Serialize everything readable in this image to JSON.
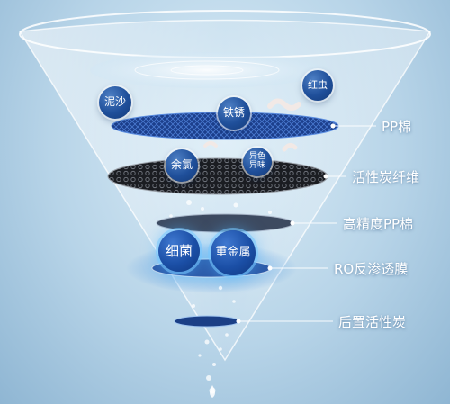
{
  "badges": {
    "sand": "泥沙",
    "rust": "铁锈",
    "worm": "红虫",
    "chlorine": "余氯",
    "odor_line1": "异色",
    "odor_line2": "异味",
    "bacteria": "细菌",
    "heavy_metal": "重金属"
  },
  "layers": [
    {
      "label": "PP棉"
    },
    {
      "label": "活性炭纤维"
    },
    {
      "label": "高精度PP棉"
    },
    {
      "label": "RO反渗透膜"
    },
    {
      "label": "后置活性炭"
    }
  ],
  "colors": {
    "badge_blue": "#1f4f9a",
    "label_text": "#ffffff",
    "background": "#b7d4e8"
  }
}
